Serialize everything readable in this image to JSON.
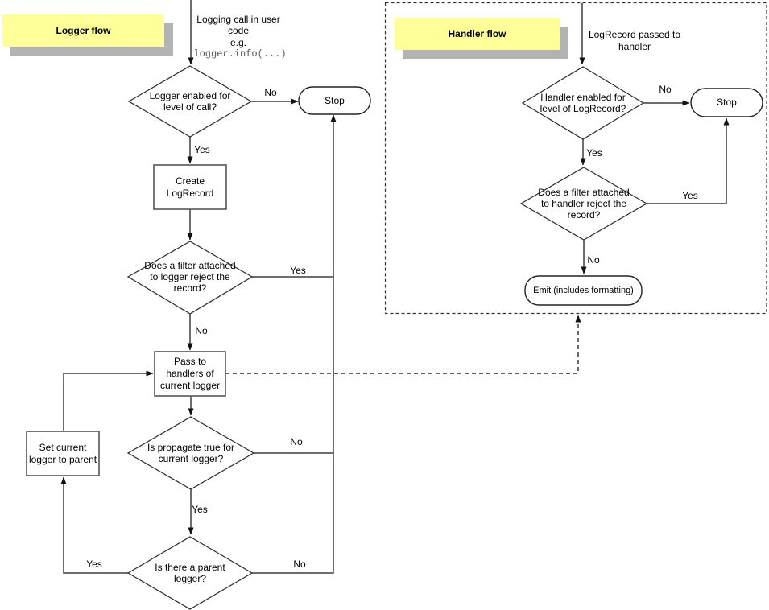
{
  "colors": {
    "note_fill": "#ffff99",
    "note_shadow": "#b3b3b3",
    "line": "#3d3d3d",
    "code_text": "#595959",
    "shape_fill": "#ffffff"
  },
  "logger_flow": {
    "title": "Logger flow",
    "start": {
      "lines": [
        "Logging call in user",
        "code",
        "e.g."
      ],
      "code": "logger.info(...)"
    },
    "enabled_decision": {
      "lines": [
        "Logger enabled for",
        "level of call?"
      ],
      "no": "No",
      "yes": "Yes"
    },
    "stop": "Stop",
    "create_box": {
      "lines": [
        "Create",
        "LogRecord"
      ]
    },
    "filter_decision": {
      "lines": [
        "Does a filter attached",
        "to logger reject the",
        "record?"
      ],
      "yes": "Yes",
      "no": "No"
    },
    "pass_box": {
      "lines": [
        "Pass to",
        "handlers of",
        "current logger"
      ]
    },
    "propagate_decision": {
      "lines": [
        "Is propagate true for",
        "current logger?"
      ],
      "no": "No",
      "yes": "Yes"
    },
    "parent_decision": {
      "lines": [
        "Is there a parent",
        "logger?"
      ],
      "yes": "Yes",
      "no": "No"
    },
    "set_box": {
      "lines": [
        "Set current",
        "logger to parent"
      ]
    }
  },
  "handler_flow": {
    "title": "Handler flow",
    "start": {
      "lines": [
        "LogRecord passed to",
        "handler"
      ]
    },
    "enabled_decision": {
      "lines": [
        "Handler enabled for",
        "level of LogRecord?"
      ],
      "no": "No",
      "yes": "Yes"
    },
    "stop": "Stop",
    "filter_decision": {
      "lines": [
        "Does a filter attached",
        "to handler reject the",
        "record?"
      ],
      "yes": "Yes",
      "no": "No"
    },
    "emit": "Emit (includes formatting)"
  }
}
